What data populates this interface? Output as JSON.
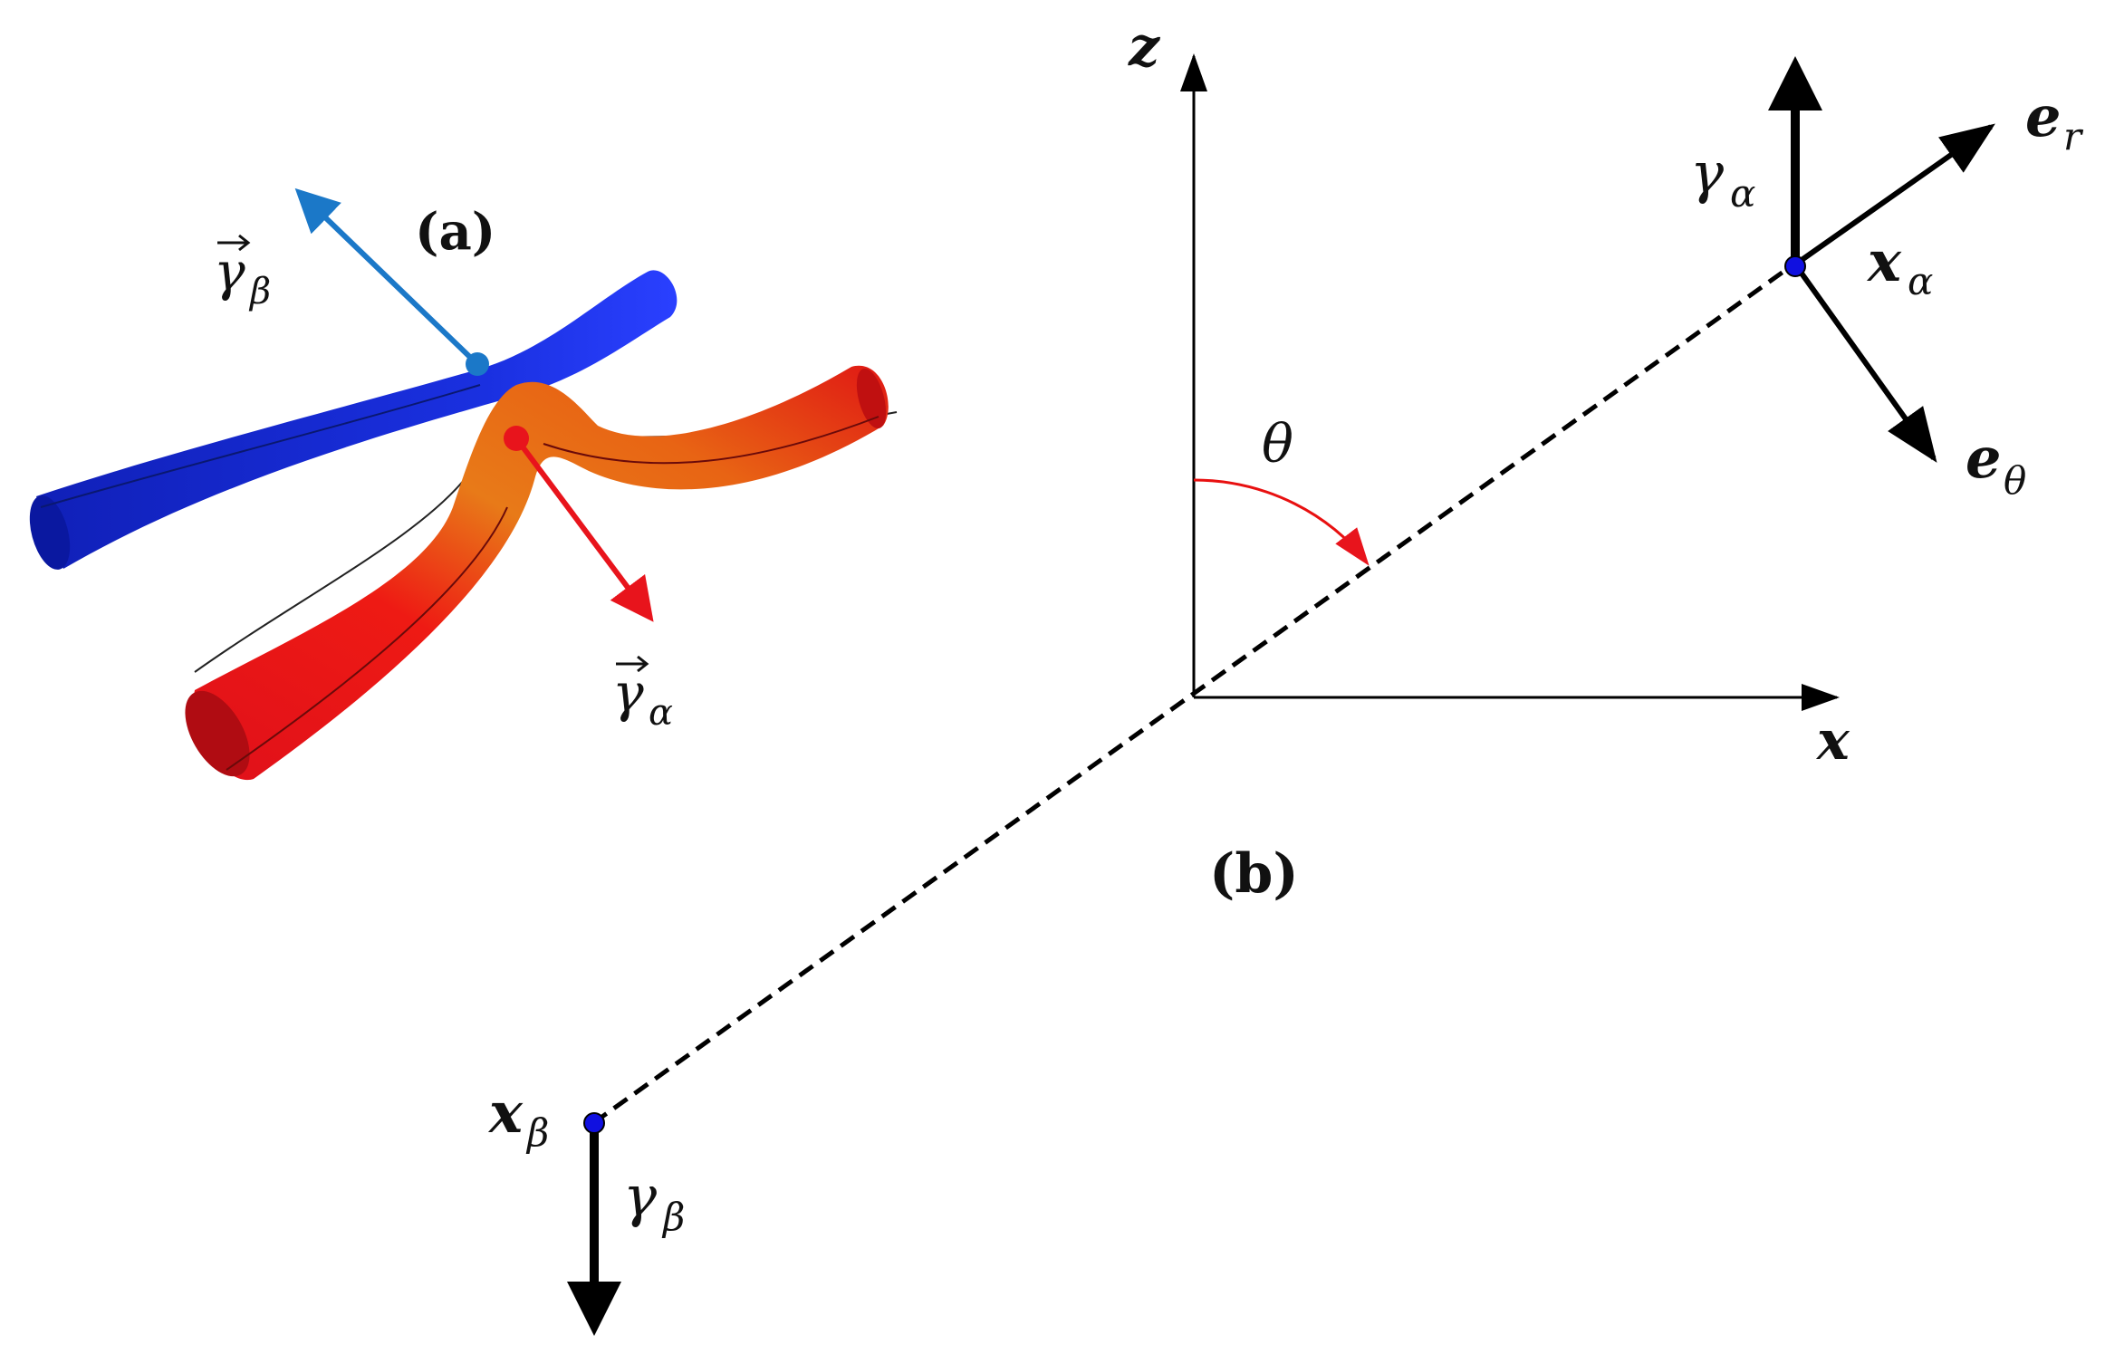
{
  "panel_a": {
    "label": "(a)",
    "gamma_beta_label": "γ",
    "gamma_beta_sub": "β",
    "gamma_alpha_label": "γ",
    "gamma_alpha_sub": "α",
    "colors": {
      "blue_tube": "#1a2fd8",
      "red_tube": "#e0121a",
      "orange_mid": "#e86a10",
      "arrow_blue": "#1b78c8",
      "arrow_red": "#e8141c"
    }
  },
  "panel_b": {
    "label": "(b)",
    "axis_z": "z",
    "axis_x": "x",
    "angle": "θ",
    "x_alpha": "x",
    "x_alpha_sub": "α",
    "x_beta": "x",
    "x_beta_sub": "β",
    "gamma_alpha": "γ",
    "gamma_alpha_sub": "α",
    "gamma_beta": "γ",
    "gamma_beta_sub": "β",
    "e_r": "e",
    "e_r_sub": "r",
    "e_theta": "e",
    "e_theta_sub": "θ",
    "colors": {
      "axis": "#000000",
      "point": "#1010e0",
      "angle_arc": "#e81010"
    }
  }
}
